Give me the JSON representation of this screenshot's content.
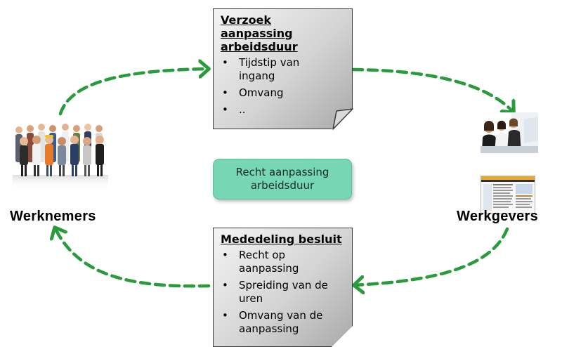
{
  "top_note": {
    "title_lines": [
      "Verzoek",
      "aanpassing",
      "arbeidsduur"
    ],
    "items": [
      [
        "Tijdstip van",
        "ingang"
      ],
      [
        "Omvang"
      ],
      [
        ".."
      ]
    ]
  },
  "bottom_note": {
    "title_lines": [
      "Mededeling besluit"
    ],
    "items": [
      [
        "Recht op",
        "aanpassing"
      ],
      [
        "Spreiding van de",
        "uren"
      ],
      [
        "Omvang van de",
        "aanpassing"
      ]
    ]
  },
  "center_box": {
    "lines": [
      "Recht aanpassing",
      "arbeidsduur"
    ]
  },
  "left_party": {
    "label": "Werknemers"
  },
  "right_party": {
    "label": "Werkgevers"
  },
  "colors": {
    "arrow": "#2a9b3c",
    "center_box_fill": "#77d7b5"
  }
}
